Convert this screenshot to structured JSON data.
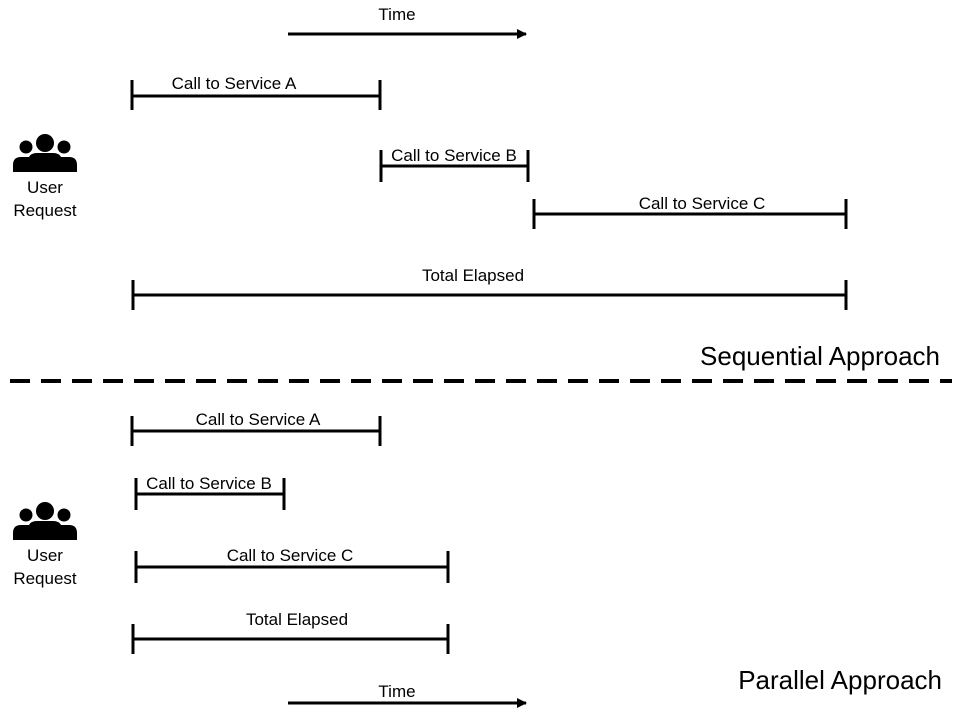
{
  "sequential": {
    "time_label": "Time",
    "user_label_line1": "User",
    "user_label_line2": "Request",
    "bars": [
      {
        "label": "Call to Service A"
      },
      {
        "label": "Call to Service B"
      },
      {
        "label": "Call to Service C"
      },
      {
        "label": "Total Elapsed"
      }
    ],
    "title": "Sequential Approach"
  },
  "parallel": {
    "time_label": "Time",
    "user_label_line1": "User",
    "user_label_line2": "Request",
    "bars": [
      {
        "label": "Call to Service A"
      },
      {
        "label": "Call to Service B"
      },
      {
        "label": "Call to Service C"
      },
      {
        "label": "Total Elapsed"
      }
    ],
    "title": "Parallel Approach"
  },
  "icons": {
    "user_group": "users-group-icon",
    "time_arrow": "arrow-right-icon"
  }
}
